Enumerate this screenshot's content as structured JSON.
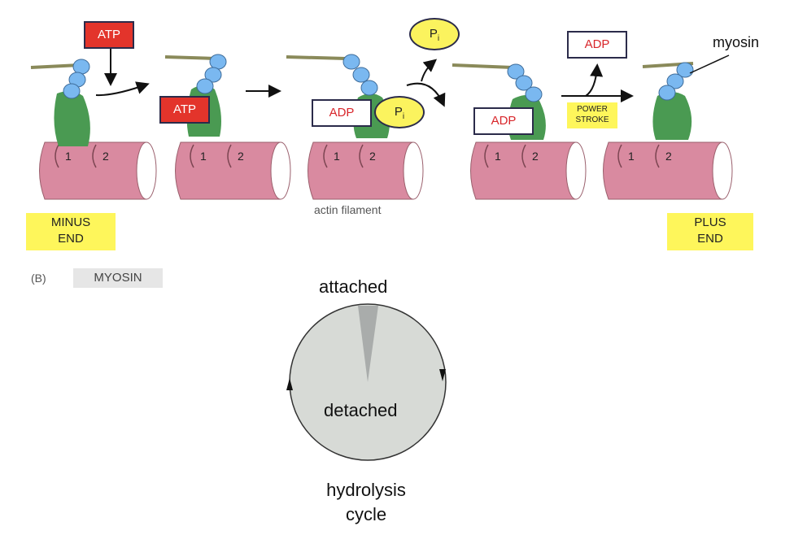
{
  "colors": {
    "actin": "#d98aa0",
    "myosin_head": "#7ab8f0",
    "myosin_body": "#4a9a52",
    "atp_box": "#e3342b",
    "yellow": "#fef65b",
    "cycle_fill": "#d7dad6"
  },
  "labels": {
    "atp_top": "ATP",
    "atp_bound": "ATP",
    "adp_state3": "ADP",
    "pi_state3": "P",
    "pi_state3_sub": "i",
    "pi_released": "P",
    "pi_released_sub": "i",
    "adp_state4": "ADP",
    "adp_released": "ADP",
    "power_stroke_line1": "POWER",
    "power_stroke_line2": "STROKE",
    "myosin": "myosin",
    "actin_filament": "actin filament",
    "minus_end_line1": "MINUS",
    "minus_end_line2": "END",
    "plus_end_line1": "PLUS",
    "plus_end_line2": "END",
    "panel_letter": "(B)",
    "panel_title": "MYOSIN",
    "subunit_1": "1",
    "subunit_2": "2"
  },
  "cycle": {
    "attached_label": "attached",
    "detached_label": "detached",
    "hydrolysis_line1": "hydrolysis",
    "hydrolysis_line2": "cycle"
  }
}
